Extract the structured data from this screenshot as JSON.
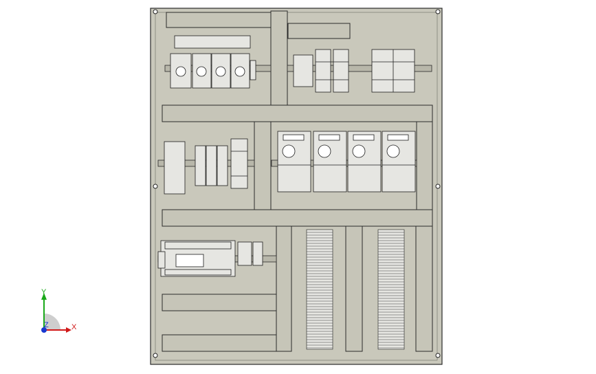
{
  "view": {
    "background": "#ffffff",
    "panel_fill": "#c9c8bb",
    "panel_edge": "#2a2a2a",
    "duct_fill": "#c6c5b8",
    "device_fill": "#e6e6e2",
    "line_color": "#1c1c1c"
  },
  "triad": {
    "x_label": "X",
    "y_label": "Y",
    "z_label": "Z",
    "x_color": "#d01818",
    "y_color": "#18a818",
    "z_color": "#1838d0"
  }
}
